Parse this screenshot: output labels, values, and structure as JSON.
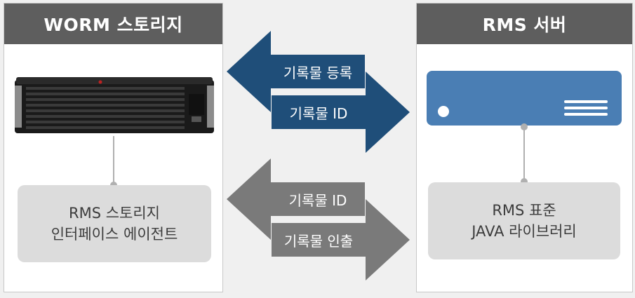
{
  "left_panel": {
    "title": "WORM 스토리지",
    "info_line1": "RMS 스토리지",
    "info_line2": "인터페이스 에이전트"
  },
  "right_panel": {
    "title": "RMS 서버",
    "info_line1": "RMS 표준",
    "info_line2": "JAVA 라이브러리"
  },
  "arrows": {
    "top_left_label": "기록물 등록",
    "top_right_label": "기록물 ID",
    "bottom_left_label": "기록물 ID",
    "bottom_right_label": "기록물 인출"
  },
  "colors": {
    "header_bg": "#5e5e5e",
    "top_arrows": "#1f4e79",
    "bottom_arrows": "#7a7a7a",
    "server_icon": "#4a7eb4",
    "info_box": "#dcdcdc"
  }
}
